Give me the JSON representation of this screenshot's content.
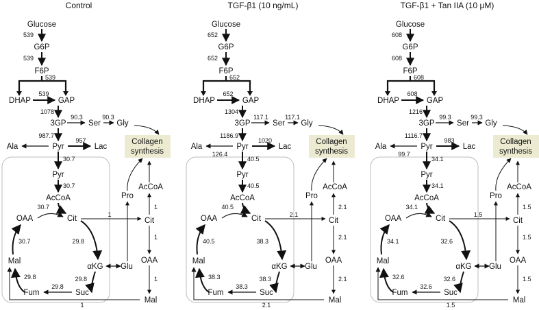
{
  "metabolites": {
    "glucose": "Glucose",
    "g6p": "G6P",
    "f6p": "F6P",
    "dhap": "DHAP",
    "gap": "GAP",
    "pg3": "3GP",
    "ser": "Ser",
    "gly": "Gly",
    "ala": "Ala",
    "pyr": "Pyr",
    "lac": "Lac",
    "pyr_mito": "Pyr",
    "accoa": "AcCoA",
    "cit": "Cit",
    "oaa": "OAA",
    "akg": "αKG",
    "glu": "Glu",
    "pro": "Pro",
    "mal": "Mal",
    "fum": "Fum",
    "suc": "Suc",
    "accoa_cyto": "AcCoA",
    "cit_cyto": "Cit",
    "oaa_cyto": "OAA",
    "mal_cyto": "Mal"
  },
  "collagen": {
    "line1": "Collagen",
    "line2": "synthesis"
  },
  "colors": {
    "collagen_box": "#ecebd2",
    "mito_border": "#bdbdbd",
    "stroke": "#111111"
  },
  "panels": [
    {
      "title": "Control",
      "fluxes": {
        "glucose_g6p": "539",
        "g6p_f6p": "539",
        "f6p_split": "539",
        "dhap_gap": "539",
        "gap_3gp": "1078",
        "pg3_ser": "90.3",
        "ser_gly": "90.3",
        "pg3_pyr": "987.7",
        "pyr_lac": "957",
        "pyr_ala": "",
        "pyr_mito": "30.7",
        "pyr_accoa": "30.7",
        "accoa_cit": "30.7",
        "cit_export": "1",
        "cit_accoa": "1",
        "cit_oaa": "1",
        "oaa_mal": "1",
        "cit_akg": "29.8",
        "akg_suc": "29.8",
        "suc_fum": "29.8",
        "fum_mal": "29.8",
        "mal_oaa": "30.7",
        "mal_import": "1"
      }
    },
    {
      "title": "TGF-β1 (10 ng/mL)",
      "fluxes": {
        "glucose_g6p": "652",
        "g6p_f6p": "652",
        "f6p_split": "652",
        "dhap_gap": "652",
        "gap_3gp": "1304",
        "pg3_ser": "117.1",
        "ser_gly": "117.1",
        "pg3_pyr": "1186.9",
        "pyr_lac": "1020",
        "pyr_ala": "126.4",
        "pyr_mito": "40.5",
        "pyr_accoa": "40.5",
        "accoa_cit": "40.5",
        "cit_export": "2.1",
        "cit_accoa": "2.1",
        "cit_oaa": "2.1",
        "oaa_mal": "2.1",
        "cit_akg": "38.3",
        "akg_suc": "38.3",
        "suc_fum": "38.3",
        "fum_mal": "38.3",
        "mal_oaa": "40.5",
        "mal_import": "2.1"
      }
    },
    {
      "title": "TGF-β1 + Tan IIA (10 μM)",
      "fluxes": {
        "glucose_g6p": "608",
        "g6p_f6p": "608",
        "f6p_split": "608",
        "dhap_gap": "608",
        "gap_3gp": "1216",
        "pg3_ser": "99.3",
        "ser_gly": "99.3",
        "pg3_pyr": "1116.7",
        "pyr_lac": "983",
        "pyr_ala": "99.7",
        "pyr_mito": "34.1",
        "pyr_accoa": "34.1",
        "accoa_cit": "34.1",
        "cit_export": "1.5",
        "cit_accoa": "1.5",
        "cit_oaa": "1.5",
        "oaa_mal": "1.5",
        "cit_akg": "32.6",
        "akg_suc": "32.6",
        "suc_fum": "32.6",
        "fum_mal": "32.6",
        "mal_oaa": "34.1",
        "mal_import": "1.5"
      }
    }
  ]
}
